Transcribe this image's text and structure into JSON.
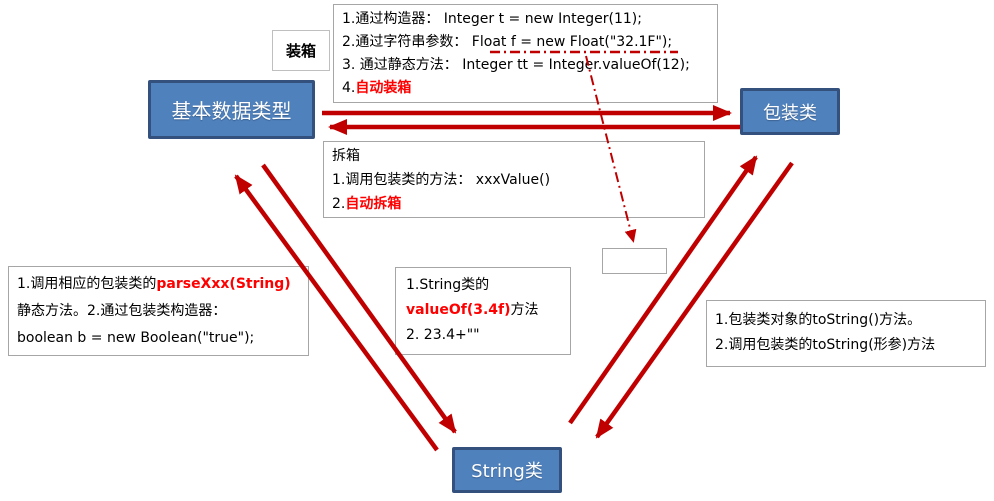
{
  "nodes": {
    "primitive": {
      "label": "基本数据类型"
    },
    "wrapper": {
      "label": "包装类"
    },
    "string": {
      "label": "String类"
    }
  },
  "labels": {
    "boxing": "装箱"
  },
  "notes": {
    "boxing_methods": {
      "line1": "1.通过构造器：  Integer t = new Integer(11);",
      "line2": "2.通过字符串参数：  Float f = new Float(\"32.1F\");",
      "line3": "3. 通过静态方法：  Integer tt = Integer.valueOf(12);",
      "line4_prefix": "4.",
      "line4_highlight": "自动装箱"
    },
    "unboxing_methods": {
      "title": "拆箱",
      "line1": "1.调用包装类的方法：  xxxValue()",
      "line2_prefix": "2.",
      "line2_highlight": "自动拆箱"
    },
    "string_to_primitive": {
      "line1_prefix": "1.调用相应的包装类的",
      "line1_highlight": "parseXxx(String)",
      "line2": "静态方法。2.通过包装类构造器：",
      "line3": "boolean b = new Boolean(\"true\");"
    },
    "primitive_to_string": {
      "line1": "1.String类的",
      "line2_highlight": "valueOf(3.4f)",
      "line2_suffix": "方法",
      "line3": "2. 23.4+\"\""
    },
    "wrapper_to_string": {
      "line1": "1.包装类对象的toString()方法。",
      "line2": "2.调用包装类的toString(形参)方法"
    }
  },
  "colors": {
    "node_fill": "#4f81bd",
    "node_border": "#34517d",
    "arrow_red": "#c00000",
    "text_highlight_red": "#ff0000",
    "note_border_gray": "#a6a6a6",
    "text_black": "#000000"
  }
}
